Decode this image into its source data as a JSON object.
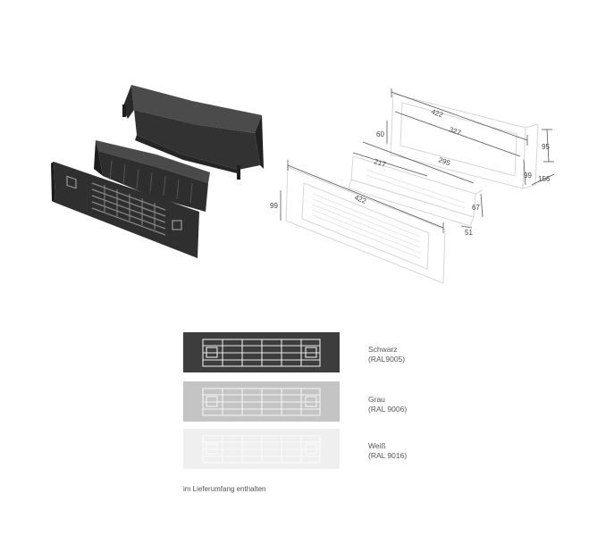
{
  "drawing": {
    "dimensions": {
      "top_width_outer": "422",
      "top_width_inner": "327",
      "top_depth": "60",
      "right_height_top": "95",
      "right_height_mid": "99",
      "right_depth": "156",
      "mid_width_a": "217",
      "mid_width_b": "295",
      "mid_height": "67",
      "mid_depth": "51",
      "front_width": "422",
      "front_height": "99"
    }
  },
  "swatches": [
    {
      "name": "Schwarz",
      "code": "(RAL9005)",
      "fill": "#3d3d3d",
      "line": "#e8e8e8"
    },
    {
      "name": "Grau",
      "code": "(RAL 9006)",
      "fill": "#c4c4c4",
      "line": "#f4f4f4"
    },
    {
      "name": "Weiß",
      "code": "(RAL 9016)",
      "fill": "#efefef",
      "line": "#fbfbfb"
    }
  ],
  "note": "im Lieferumfang enthalten"
}
